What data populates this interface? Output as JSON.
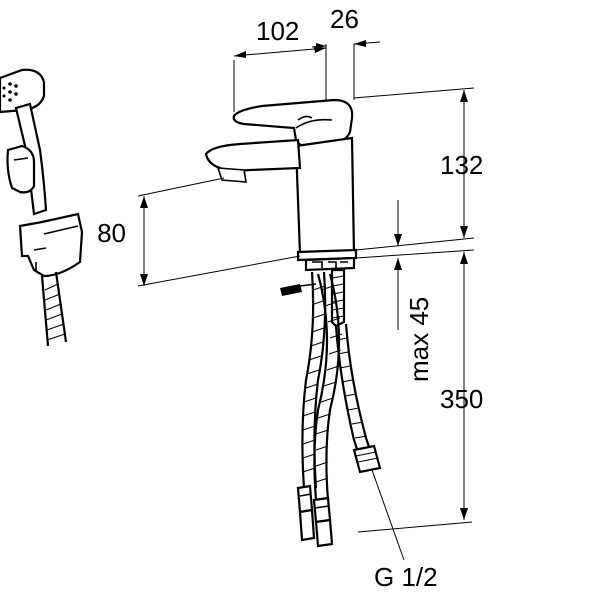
{
  "dimensions": {
    "spout_reach": "102",
    "handle_offset": "26",
    "body_height": "132",
    "spout_height": "80",
    "max_deck_thickness": "max 45",
    "hose_length": "350",
    "connection_thread": "G 1/2"
  },
  "colors": {
    "line": "#000000",
    "background": "#ffffff"
  }
}
